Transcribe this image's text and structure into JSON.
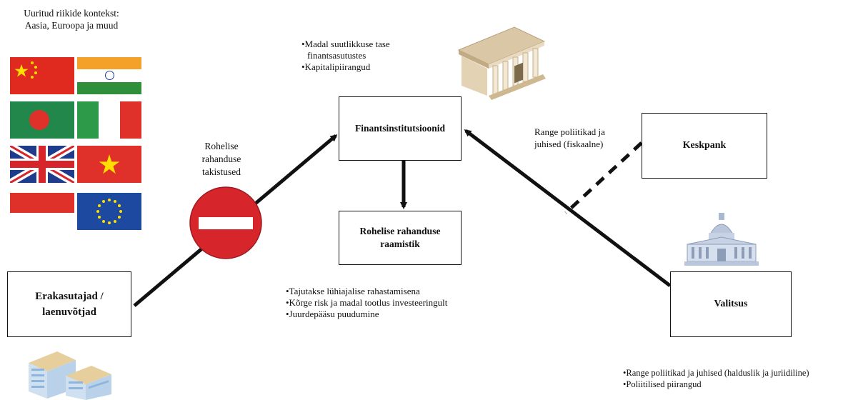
{
  "context": {
    "line1": "Uuritud riikide kontekst:",
    "line2": "Aasia, Euroopa ja muud",
    "flags": [
      "china-flag",
      "india-flag",
      "bangladesh-flag",
      "italy-flag",
      "uk-flag",
      "vietnam-flag",
      "indonesia-flag",
      "eu-flag"
    ]
  },
  "nodes": {
    "financial": "Finantsinstitutsioonid",
    "framework": "Rohelise rahanduse raamistik",
    "central_bank": "Keskpank",
    "borrowers": "Erakasutajad / laenuvõtjad",
    "government": "Valitsus"
  },
  "notes": {
    "financial": [
      "•Madal suutlikkuse tase",
      "finantsasutustes",
      "•Kapitalipiirangud"
    ],
    "framework": [
      "•Tajutakse lühiajalise rahastamisena",
      "•Kõrge risk ja madal tootlus investeeringult",
      "•Juurdepääsu puudumine"
    ],
    "central_bank_link": [
      "Range poliitikad ja",
      "juhised (fiskaalne)"
    ],
    "government": [
      "•Range poliitikad ja juhised (halduslik ja juriidiline)",
      "•Poliitilised piirangud"
    ],
    "barriers": [
      "Rohelise",
      "rahanduse",
      "takistused"
    ]
  },
  "icons": {
    "bank": "bank-icon",
    "government_building": "government-building-icon",
    "office_buildings": "office-buildings-icon",
    "no_entry": "no-entry-sign-icon"
  },
  "colors": {
    "no_entry_red": "#d7262b",
    "arrow": "#111111"
  }
}
